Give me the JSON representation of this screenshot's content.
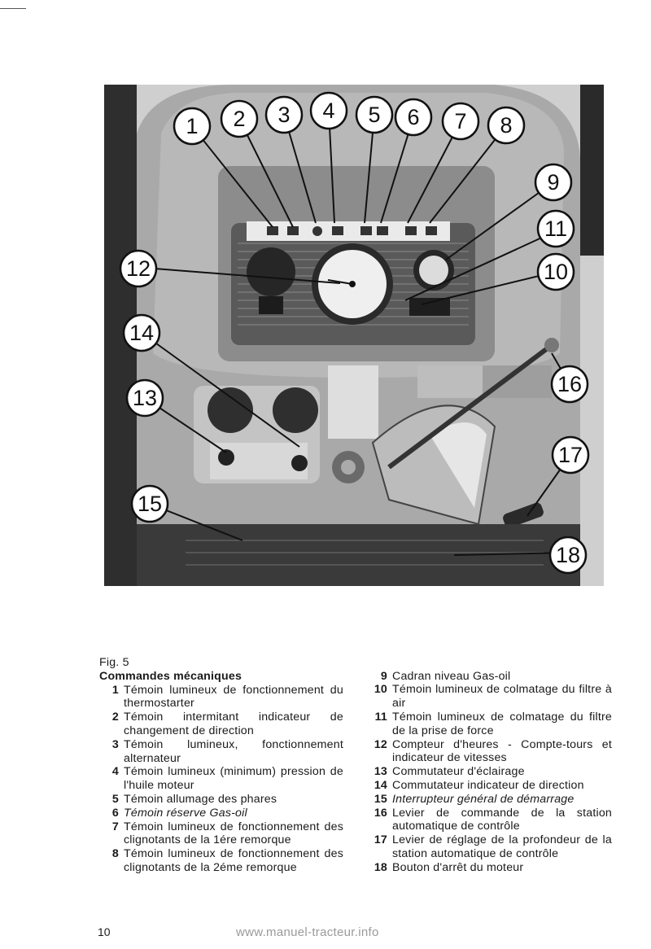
{
  "figure": {
    "callouts": [
      "1",
      "2",
      "3",
      "4",
      "5",
      "6",
      "7",
      "8",
      "9",
      "11",
      "10",
      "12",
      "14",
      "13",
      "16",
      "17",
      "15",
      "18"
    ]
  },
  "legend": {
    "fig_label": "Fig. 5",
    "title": "Commandes mécaniques",
    "left_items": [
      {
        "num": "1",
        "text": "Témoin lumineux de fonctionnement du thermostarter"
      },
      {
        "num": "2",
        "text": "Témoin intermitant indicateur de changement de direction"
      },
      {
        "num": "3",
        "text": "Témoin lumineux, fonctionnement alternateur"
      },
      {
        "num": "4",
        "text": "Témoin lumineux (minimum) pression de l'huile moteur"
      },
      {
        "num": "5",
        "text": "Témoin allumage des phares"
      },
      {
        "num": "6",
        "text": "Témoin réserve Gas-oil"
      },
      {
        "num": "7",
        "text": "Témoin lumineux de fonctionnement des clignotants de la 1ére remorque"
      },
      {
        "num": "8",
        "text": "Témoin lumineux de fonctionnement des clignotants de la 2éme remorque"
      }
    ],
    "right_items": [
      {
        "num": "9",
        "text": "Cadran niveau Gas-oil"
      },
      {
        "num": "10",
        "text": "Témoin lumineux de colmatage du filtre à air"
      },
      {
        "num": "11",
        "text": "Témoin lumineux de colmatage du filtre de la prise de force"
      },
      {
        "num": "12",
        "text": "Compteur d'heures - Compte-tours et indicateur de vitesses"
      },
      {
        "num": "13",
        "text": "Commutateur d'éclairage"
      },
      {
        "num": "14",
        "text": "Commutateur indicateur de direction"
      },
      {
        "num": "15",
        "text": "Interrupteur général de démarrage"
      },
      {
        "num": "16",
        "text": "Levier de commande de la station automatique de contrôle"
      },
      {
        "num": "17",
        "text": "Levier de réglage de la profondeur de la station automatique de contrôle"
      },
      {
        "num": "18",
        "text": "Bouton d'arrêt du moteur"
      }
    ]
  },
  "page_number": "10",
  "watermark": "www.manuel-tracteur.info"
}
